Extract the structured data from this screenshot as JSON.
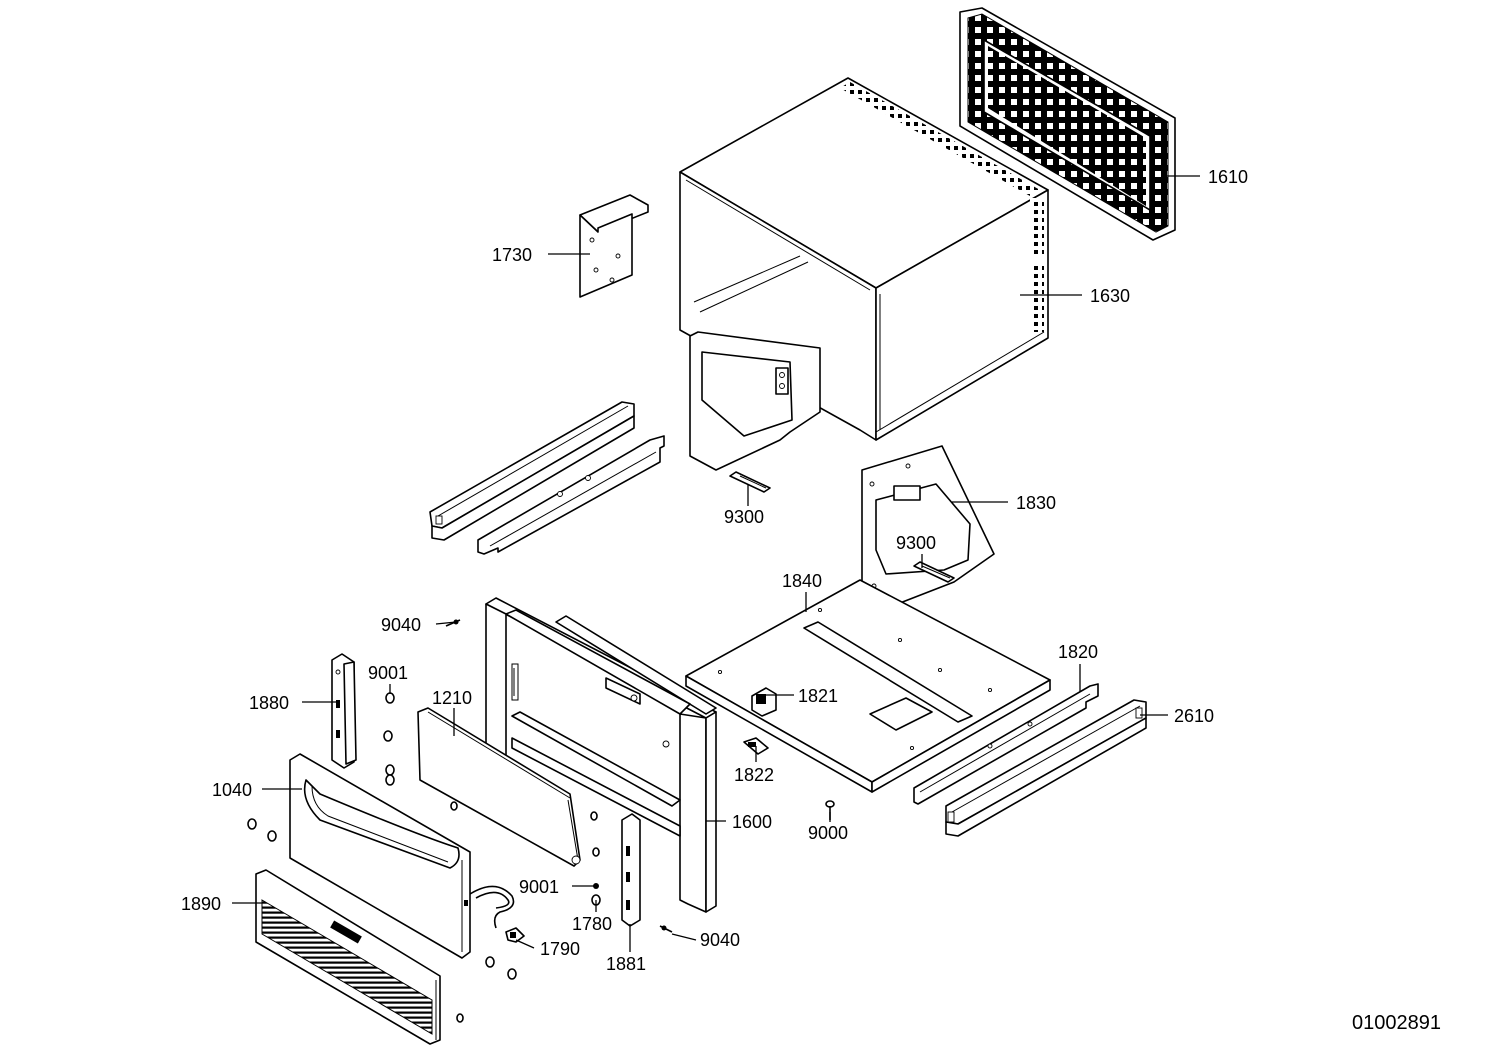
{
  "labels": {
    "l1610": "1610",
    "l1630": "1630",
    "l1730": "1730",
    "l9300a": "9300",
    "l1830": "1830",
    "l9300b": "9300",
    "l1840": "1840",
    "l9040a": "9040",
    "l9001a": "9001",
    "l1880": "1880",
    "l1210": "1210",
    "l1821": "1821",
    "l1820": "1820",
    "l2610": "2610",
    "l1040": "1040",
    "l1822": "1822",
    "l1600": "1600",
    "l9000": "9000",
    "l9001b": "9001",
    "l1890": "1890",
    "l1780": "1780",
    "l1790": "1790",
    "l9040b": "9040",
    "l1881": "1881"
  },
  "document_number": "01002891"
}
